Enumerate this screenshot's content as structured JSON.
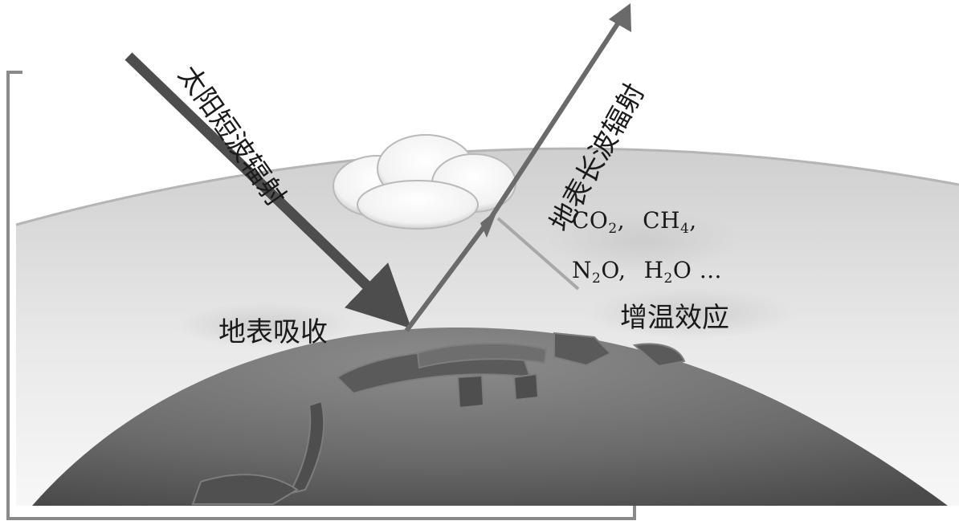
{
  "labels": {
    "incoming": "太阳短波辐射",
    "outgoing": "地表长波辐射",
    "absorb": "地表吸收",
    "effect": "增温效应"
  },
  "gases": {
    "row1": [
      {
        "base": "CO",
        "sub": "2",
        "suffix": ","
      },
      {
        "base": "CH",
        "sub": "4",
        "suffix": ","
      }
    ],
    "row2": [
      {
        "base": "N",
        "sub": "2",
        "tail": "O",
        "suffix": ","
      },
      {
        "base": "H",
        "sub": "2",
        "tail": "O",
        "suffix": " …"
      }
    ]
  }
}
